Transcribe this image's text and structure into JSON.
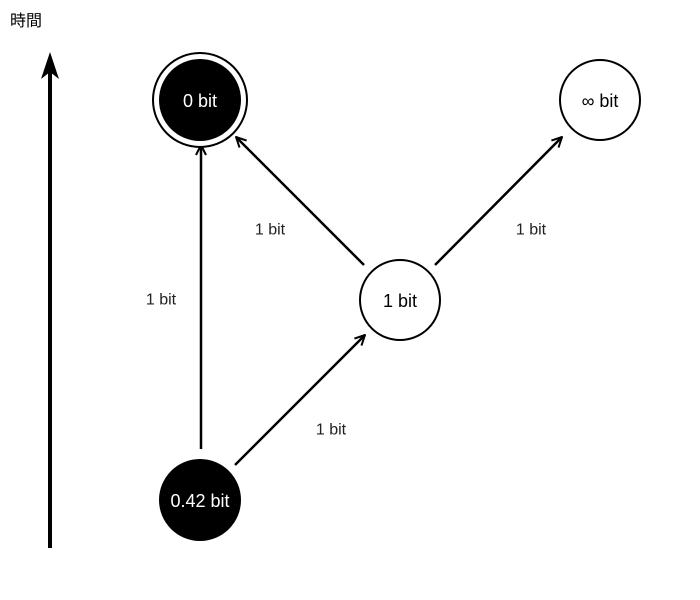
{
  "time_axis": {
    "label": "時間"
  },
  "nodes": {
    "zero": {
      "label": "0 bit"
    },
    "infinite": {
      "label": "∞ bit"
    },
    "one": {
      "label": "1 bit"
    },
    "start": {
      "label": "0.42 bit"
    }
  },
  "edges": {
    "start_to_zero": {
      "label": "1 bit"
    },
    "one_to_zero": {
      "label": "1 bit"
    },
    "one_to_infinite": {
      "label": "1 bit"
    },
    "start_to_one": {
      "label": "1 bit"
    }
  },
  "colors": {
    "stroke": "#000000",
    "filled_node": "#000000",
    "open_node": "#ffffff",
    "filled_text": "#ffffff",
    "open_text": "#000000",
    "edge_label": "#222222"
  }
}
